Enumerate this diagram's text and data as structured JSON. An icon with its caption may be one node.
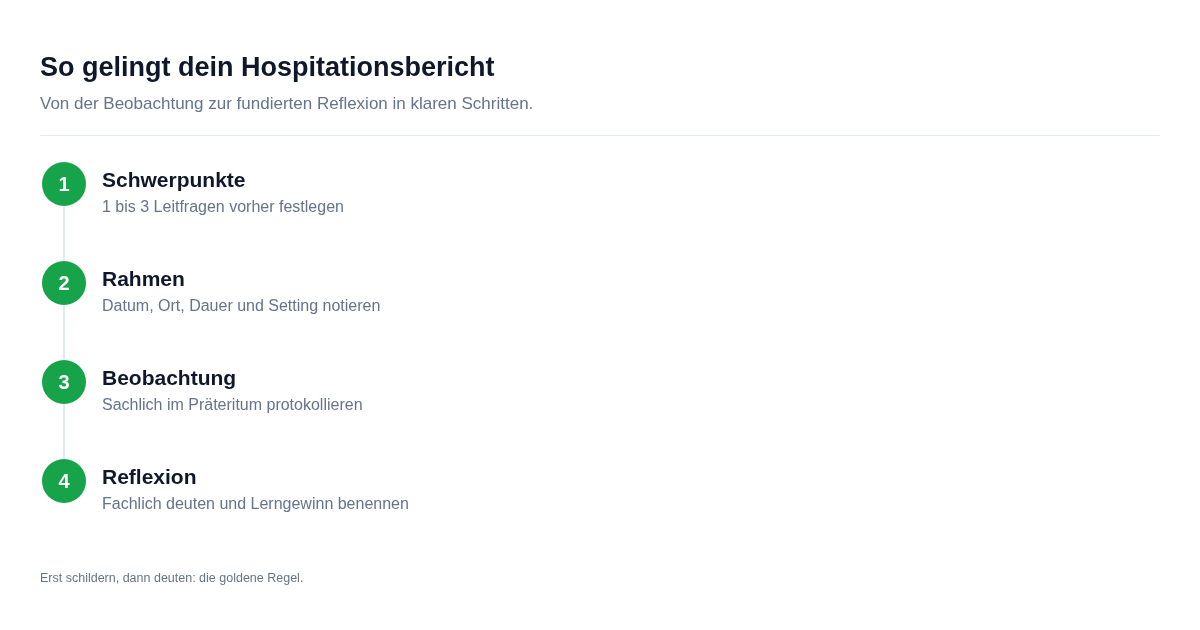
{
  "diagram": {
    "title": "So gelingt dein Hospitationsbericht",
    "nodes": [
      {
        "text": [
          "1"
        ],
        "beside": [
          "Schwerpunkte",
          "1 bis 3 Leitfragen vorher festlegen"
        ]
      },
      {
        "text": [
          "2"
        ],
        "beside": [
          "Rahmen",
          "Datum, Ort, Dauer und Setting notieren"
        ]
      },
      {
        "text": [
          "3"
        ],
        "beside": [
          "Beobachtung",
          "Sachlich im Präteritum protokollieren"
        ]
      },
      {
        "text": [
          "4"
        ],
        "beside": [
          "Reflexion",
          "Fachlich deuten und Lerngewinn benennen"
        ]
      }
    ],
    "edges": [
      {
        "from": 0,
        "to": 1,
        "arrow": "none"
      },
      {
        "from": 1,
        "to": 2,
        "arrow": "none"
      },
      {
        "from": 2,
        "to": 3,
        "arrow": "none"
      }
    ],
    "labels": [
      "Von der Beobachtung zur fundierten Reflexion in klaren Schritten.",
      "Erst schildern, dann deuten: die goldene Regel."
    ]
  }
}
